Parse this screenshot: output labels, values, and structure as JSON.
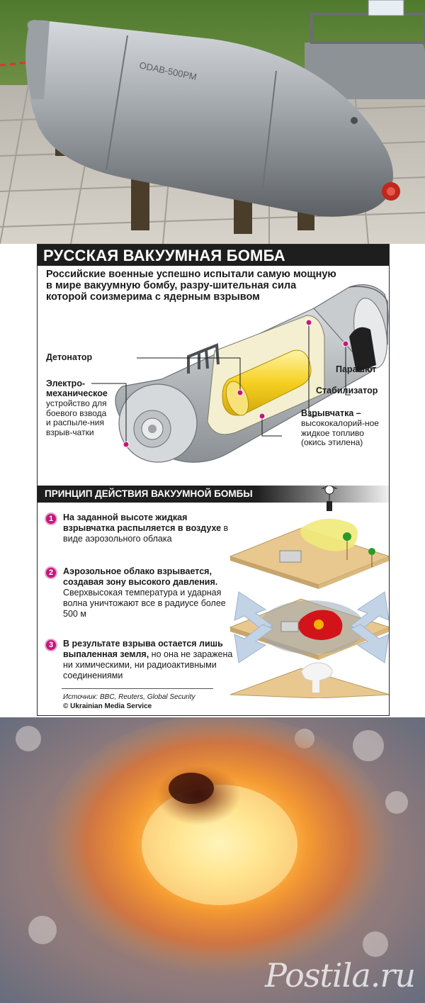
{
  "infographic": {
    "title": "РУССКАЯ ВАКУУМНАЯ БОМБА",
    "subtitle": "Российские военные успешно испытали самую мощную в мире вакуумную бомбу, разру-шительная сила которой соизмерима с ядерным взрывом",
    "labels": {
      "detonator": "Детонатор",
      "electromech_title": "Электро-механическое",
      "electromech_desc": "устройство для боевого взвода и распыле-ния взрыв-чатки",
      "parachute": "Парашют",
      "stabilizer": "Стабилизатор",
      "explosive_title": "Взрывчатка –",
      "explosive_desc": "высококалорий-ное жидкое топливо (окись этилена)"
    },
    "section_title": "ПРИНЦИП ДЕЙСТВИЯ ВАКУУМНОЙ БОМБЫ",
    "steps": [
      {
        "num": "1",
        "strong": "На заданной высоте жидкая взрывчатка распыляется в воздухе",
        "text": " в виде аэрозольного облака"
      },
      {
        "num": "2",
        "strong": "Аэрозольное облако взрывается, создавая зону высокого давления.",
        "text": " Сверхвысокая температура и ударная волна уничтожают все в радиусе более 500 м"
      },
      {
        "num": "3",
        "strong": "В результате взрыва остается лишь выпаленная земля,",
        "text": " но она не заражена ни химическими, ни радиоактивными соединениями"
      }
    ],
    "source": "Источник: BBC, Reuters, Global Security",
    "credit": "© Ukrainian Media Service"
  },
  "watermark": "Postila.ru",
  "colors": {
    "step_badge": "#c2187a",
    "explosive": "#f5d020",
    "bomb_body": "#b9bcbf",
    "layer": "#e8c88f"
  }
}
